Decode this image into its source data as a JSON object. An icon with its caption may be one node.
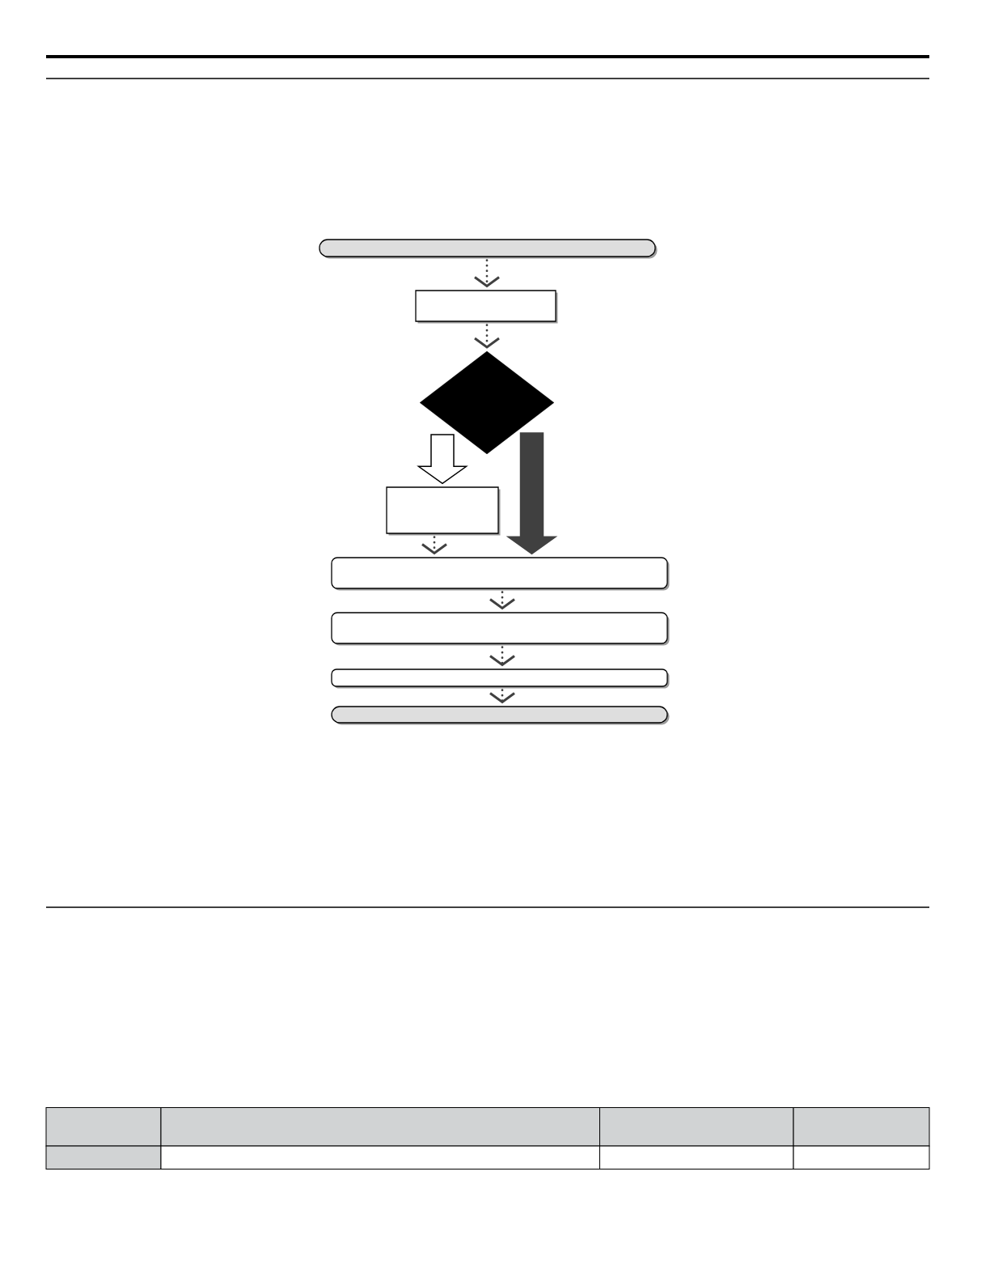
{
  "diagram": {
    "nodes": [
      {
        "text": [],
        "shape": "box"
      },
      {
        "text": [],
        "shape": "box"
      },
      {
        "text": [],
        "shape": "diamond"
      },
      {
        "text": [],
        "shape": "box"
      },
      {
        "text": [],
        "shape": "box"
      },
      {
        "text": [],
        "shape": "box"
      },
      {
        "text": [],
        "shape": "box"
      },
      {
        "text": [],
        "shape": "box"
      }
    ],
    "edges": [
      {
        "from": 0,
        "to": 1,
        "arrow": "to"
      },
      {
        "from": 1,
        "to": 2,
        "arrow": "to"
      },
      {
        "from": 2,
        "to": 3,
        "arrow": "to",
        "style": "thick",
        "color": "#ffffff"
      },
      {
        "from": 2,
        "to": 4,
        "arrow": "to",
        "style": "thick"
      },
      {
        "from": 3,
        "to": 4,
        "arrow": "to"
      },
      {
        "from": 4,
        "to": 5,
        "arrow": "to"
      },
      {
        "from": 5,
        "to": 6,
        "arrow": "to"
      },
      {
        "from": 6,
        "to": 7,
        "arrow": "to"
      }
    ]
  }
}
